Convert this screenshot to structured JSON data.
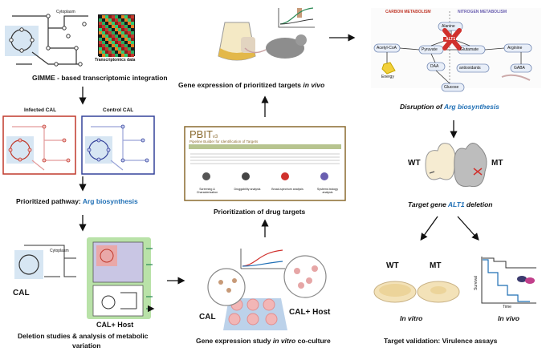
{
  "gimme": {
    "caption": "GIMME - based transcriptomic integration",
    "cytoplasm": "Cytoplasm",
    "transcriptomics": "Transcriptomics data"
  },
  "infected_control": {
    "infected": "Infected CAL",
    "control": "Control CAL"
  },
  "prioritized": {
    "prefix": "Prioritized pathway: ",
    "pathway": "Arg biosynthesis"
  },
  "deletion": {
    "caption_line1": "Deletion studies & analysis of metabolic",
    "caption_line2": "variation",
    "cal": "CAL",
    "cal_host": "CAL+ Host",
    "cytoplasm": "Cytoplasm"
  },
  "invivo_expr": {
    "caption_prefix": "Gene expression of prioritized targets ",
    "caption_italic": "in vivo"
  },
  "pbit": {
    "logo": "PBIT",
    "version": "v3",
    "subtitle": "Pipeline Builder for Identification of Targets",
    "caption": "Prioritization of drug targets",
    "tiles": [
      "Screening & Characterization",
      "Druggability analysis",
      "Broad-spectrum analysis",
      "Systems biology analysis"
    ]
  },
  "coculture": {
    "caption_prefix": "Gene expression study ",
    "caption_italic": "in vitro",
    "caption_suffix": " co-culture",
    "cal": "CAL",
    "cal_host": "CAL+ Host"
  },
  "metabolism": {
    "carbon": "CARBON METABOLISM",
    "nitrogen": "NITROGEN METABOLISM",
    "nodes": [
      "Alanine",
      "Acetyl-CoA",
      "Pyruvate",
      "Glutamate",
      "Arginine",
      "DAA",
      "antioxidants",
      "GABA",
      "Glucose",
      "Energy",
      "ALT1"
    ],
    "caption_prefix": "Disruption of ",
    "caption_highlight": "Arg biosynthesis"
  },
  "deletion_gene": {
    "wt": "WT",
    "mt": "MT",
    "caption_prefix": "Target gene ",
    "caption_gene": "ALT1",
    "caption_suffix": " deletion"
  },
  "validation": {
    "wt": "WT",
    "mt": "MT",
    "in_vitro": "In vitro",
    "in_vivo": "In vivo",
    "time": "Time",
    "survival": "Survival",
    "caption": "Target validation: Virulence assays"
  },
  "colors": {
    "arrow": "#111111",
    "accent_blue": "#1f6fb5",
    "red": "#d0312d",
    "green": "#8cc97a",
    "lavender": "#b9b3e0"
  }
}
